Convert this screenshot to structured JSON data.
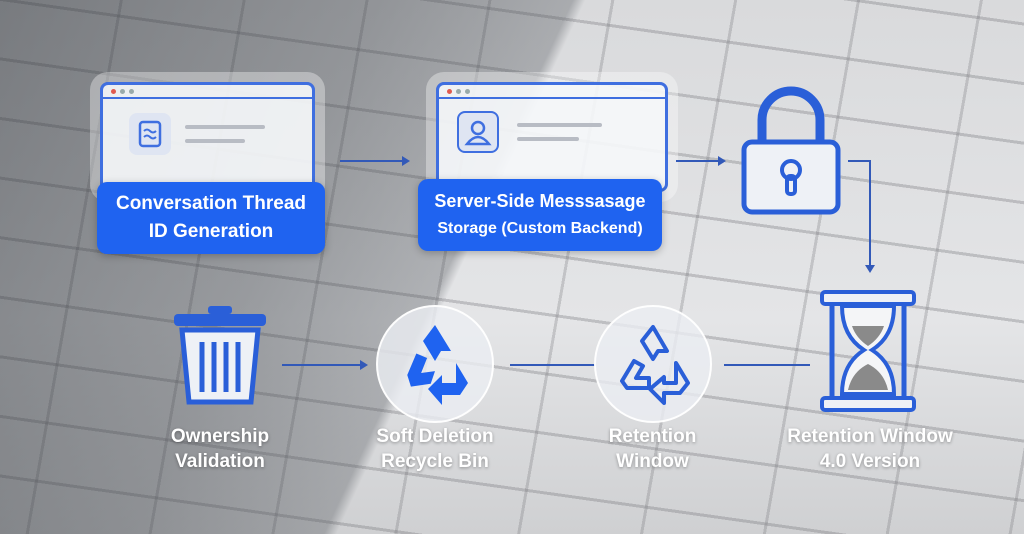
{
  "steps": {
    "thread": {
      "label_line1": "Conversation Thread",
      "label_line2": "ID Generation",
      "icon": "chat-document-icon"
    },
    "storage": {
      "label_line1": "Server-Side Messsasage",
      "label_line2": "Storage (Custom Backend)",
      "icon": "user-profile-icon"
    },
    "lock": {
      "icon": "padlock-icon"
    },
    "ownership": {
      "label_line1": "Ownership",
      "label_line2": "Validation",
      "icon": "trash-can-icon"
    },
    "soft_delete": {
      "label_line1": "Soft Deletion",
      "label_line2": "Recycle Bin",
      "icon": "recycle-icon"
    },
    "retention": {
      "label_line1": "Retention",
      "label_line2": "Window",
      "icon": "recycle-outline-icon"
    },
    "retention_version": {
      "label_line1": "Retention Window",
      "label_line2": "4.0 Version",
      "icon": "hourglass-icon"
    }
  },
  "colors": {
    "accent": "#1f63f0",
    "line": "#3259b8"
  }
}
